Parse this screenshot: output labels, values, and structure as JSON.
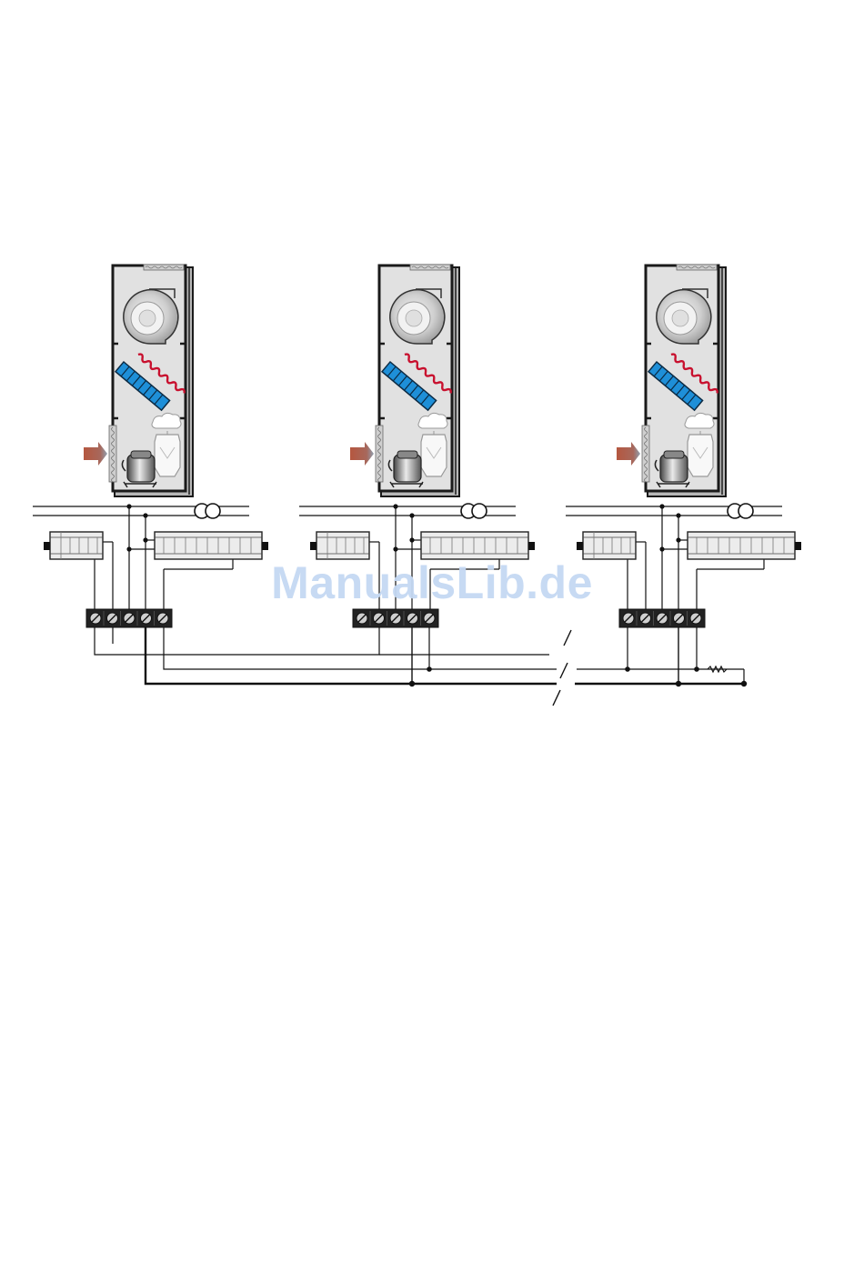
{
  "watermark": {
    "text": "ManualsLib.de"
  },
  "colors": {
    "cabinet_fill": "#e1e1e1",
    "cabinet_border": "#1a1a1a",
    "coil_fill": "#1e8fd8",
    "heater_wave": "#c8102e",
    "arrow_fill": "#b5573f",
    "terminal_block": "#222222",
    "wire": "#111111",
    "watermark": "#c5d9f3"
  },
  "icons": [
    "fan-icon",
    "coil-icon",
    "heater-icon",
    "humidifier-icon",
    "compressor-icon",
    "filter-icon",
    "airflow-arrow-icon",
    "transformer-icon",
    "resistor-icon",
    "terminal-screw-icon"
  ],
  "units": [
    {
      "id": "unit-1",
      "terminals": 5
    },
    {
      "id": "unit-2",
      "terminals": 5
    },
    {
      "id": "unit-3",
      "terminals": 5
    }
  ]
}
